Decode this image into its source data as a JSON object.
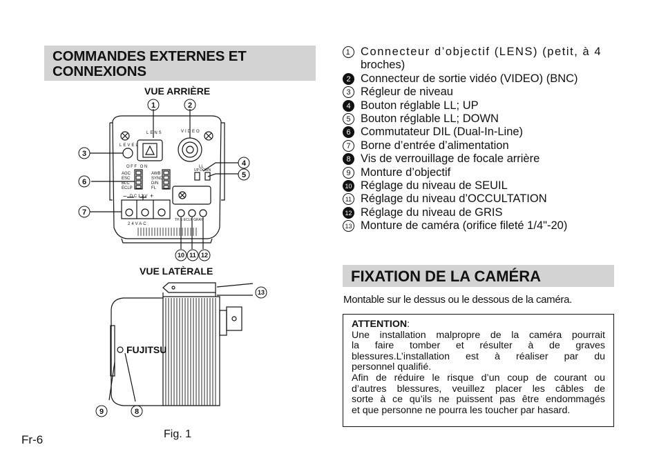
{
  "left_header": {
    "line1": "COMMANDES EXTERNES ET",
    "line2": "CONNEXIONS"
  },
  "vue_arriere": "VUE ARRIÈRE",
  "vue_laterale": "VUE LATÈRALE",
  "fig": "Fig. 1",
  "page_num": "Fr-6",
  "camera_labels": {
    "lens": "LENS",
    "video": "VIDEO",
    "level": "LEVEL",
    "off_on": "OFF  ON",
    "agc": "AGC",
    "esc": "ESC",
    "blc": "BLC",
    "eclp": "ECLP",
    "awb": "AWB",
    "sync": "SYNC",
    "dn": "D/N",
    "fl": "FL",
    "ll": "LL",
    "up_down": "UP  DOWN",
    "dc12v": "DC12V",
    "ac24v": "24VAC",
    "trims": "TH E  ECLP GRAY",
    "brand": "FUJITSU",
    "minus": "−",
    "plus": "+"
  },
  "callouts": {
    "c1": "1",
    "c2": "2",
    "c3": "3",
    "c4": "4",
    "c5": "5",
    "c6": "6",
    "c7": "7",
    "c8": "8",
    "c9": "9",
    "c10": "10",
    "c11": "11",
    "c12": "12",
    "c13": "13"
  },
  "items": [
    {
      "num": "1",
      "line1": "Connecteur d’objectif (LENS) (petit, à 4",
      "line2": "broches)"
    },
    {
      "num": "2",
      "text": "Connecteur de sortie vidéo (VIDEO) (BNC)"
    },
    {
      "num": "3",
      "text": "Régleur de niveau"
    },
    {
      "num": "4",
      "text": "Bouton réglable LL; UP"
    },
    {
      "num": "5",
      "text": "Bouton réglable LL; DOWN"
    },
    {
      "num": "6",
      "text": "Commutateur DIL (Dual-In-Line)"
    },
    {
      "num": "7",
      "text": "Borne d’entrée d’alimentation"
    },
    {
      "num": "8",
      "text": "Vis de verrouillage de focale arrière"
    },
    {
      "num": "9",
      "text": "Monture d’objectif"
    },
    {
      "num": "10",
      "text": "Réglage du niveau de SEUIL"
    },
    {
      "num": "11",
      "text": "Réglage du niveau d’OCCULTATION"
    },
    {
      "num": "12",
      "text": "Réglage du niveau de GRIS"
    },
    {
      "num": "13",
      "text": "Monture de caméra (orifice fileté 1/4\"-20)"
    }
  ],
  "right_header": "FIXATION DE LA CAMÉRA",
  "mount_text": "Montable sur le dessus ou le dessous de la caméra.",
  "attention": {
    "title": "ATTENTION",
    "colon": ":",
    "l1": "Une installation malpropre de la caméra pourrait",
    "l2": "la faire tomber et résulter à de graves",
    "l3": "blessures.L’installation est à réaliser par du",
    "l4": "personnel qualifié.",
    "l5": "Afin de réduire le risque d’un coup de courant ou",
    "l6": "d’autres blessures, veuillez placer les câbles de",
    "l7": "sorte à ce qu’ils ne puissent pas être endommagés",
    "l8": "et que personne ne pourra les toucher par hasard."
  }
}
